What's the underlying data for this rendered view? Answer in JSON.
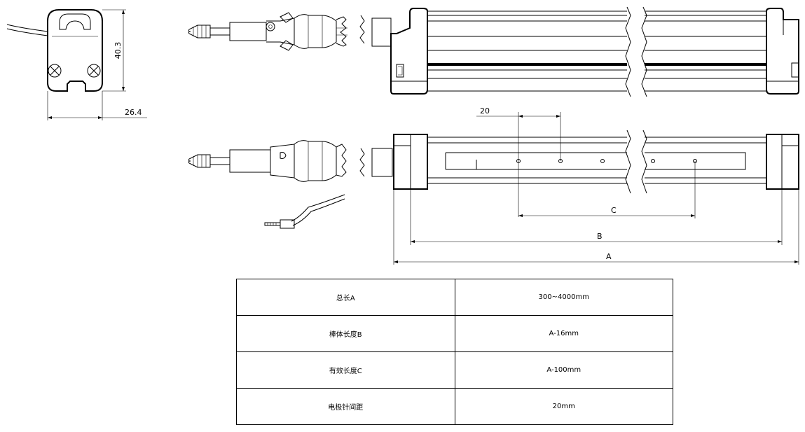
{
  "dimensions": {
    "height_end_view": "40.3",
    "width_end_view": "26.4",
    "pin_spacing": "20",
    "effective_length": "C",
    "body_length": "B",
    "total_length": "A"
  },
  "table": {
    "rows": [
      {
        "name": "总长A",
        "value": "300~4000mm"
      },
      {
        "name": "棒体长度B",
        "value": "A-16mm"
      },
      {
        "name": "有效长度C",
        "value": "A-100mm"
      },
      {
        "name": "电极针间距",
        "value": "20mm"
      }
    ]
  }
}
